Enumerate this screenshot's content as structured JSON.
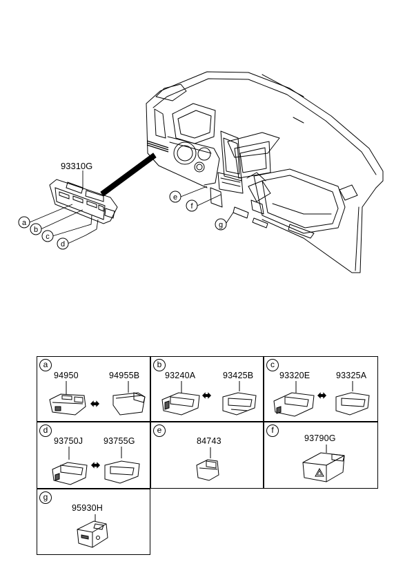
{
  "overview": {
    "main_part_number": "93310G",
    "callouts": [
      "a",
      "b",
      "c",
      "d",
      "e",
      "f",
      "g"
    ]
  },
  "cells": [
    {
      "label": "a",
      "parts": [
        "94950",
        "94955B"
      ],
      "interchange": true
    },
    {
      "label": "b",
      "parts": [
        "93240A",
        "93425B"
      ],
      "interchange": true
    },
    {
      "label": "c",
      "parts": [
        "93320E",
        "93325A"
      ],
      "interchange": true
    },
    {
      "label": "d",
      "parts": [
        "93750J",
        "93755G"
      ],
      "interchange": true
    },
    {
      "label": "e",
      "parts": [
        "84743"
      ],
      "interchange": false
    },
    {
      "label": "f",
      "parts": [
        "93790G"
      ],
      "interchange": false
    },
    {
      "label": "g",
      "parts": [
        "95930H"
      ],
      "interchange": false
    }
  ],
  "icons": {
    "interchange": "double-headed-arrow-icon",
    "hazard": "hazard-triangle-icon"
  },
  "colors": {
    "line": "#000000",
    "background": "#ffffff"
  }
}
